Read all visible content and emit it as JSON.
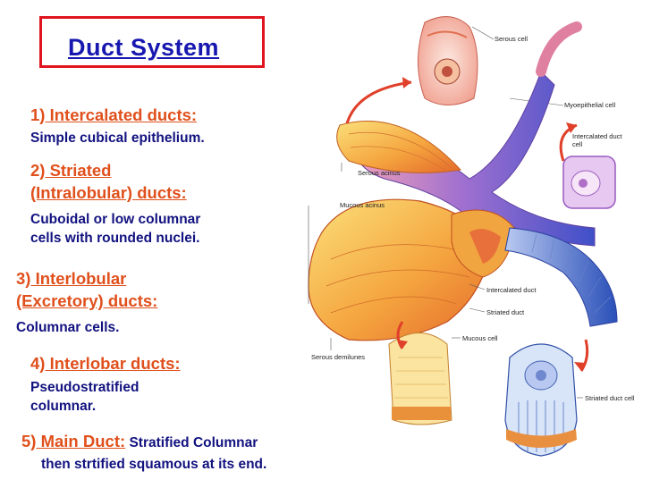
{
  "title": "Duct System",
  "items": [
    {
      "num": "1)",
      "heading": " Intercalated ducts:",
      "lines": [
        "Simple cubical epithelium."
      ]
    },
    {
      "num": "2)",
      "heading_lines": [
        " Striated",
        "(Intralobular) ducts:"
      ],
      "lines": [
        "Cuboidal or low columnar",
        "cells with rounded nuclei."
      ]
    },
    {
      "num": "3)",
      "heading_lines": [
        " Interlobular",
        "(Excretory) ducts:"
      ],
      "lines": [
        "Columnar cells."
      ]
    },
    {
      "num": "4)",
      "heading": " Interlobar ducts:",
      "lines": [
        "Pseudostratified",
        "columnar."
      ]
    },
    {
      "num": "5)",
      "heading": " Main Duct:",
      "inline": " Stratified Columnar",
      "lines": [
        "then strtified squamous at its end."
      ]
    }
  ],
  "diagram_labels": {
    "serous_cell": "Serous cell",
    "myoepithelial_cell": "Myoepithelial cell",
    "intercalated_duct_cell_1": "Intercalated duct",
    "intercalated_duct_cell_2": "cell",
    "serous_acinus": "Serous acinus",
    "mucous_acinus": "Mucous acinus",
    "intercalated_duct": "Intercalated duct",
    "striated_duct": "Striated duct",
    "mucous_cell": "Mucous cell",
    "serous_demilunes": "Serous demilunes",
    "striated_duct_cell": "Striated duct cell"
  },
  "colors": {
    "title": "#1818b0",
    "heading": "#e0501c",
    "body": "#121280",
    "frame": "#e0141e"
  }
}
